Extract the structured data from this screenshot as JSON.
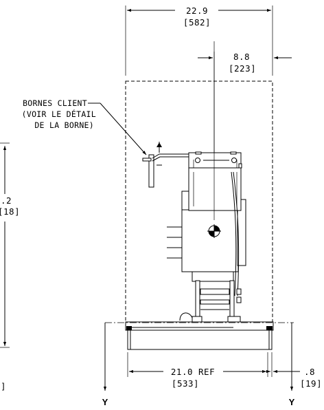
{
  "dimensions": {
    "overall_width": {
      "value": "22.9",
      "metric": "[582]"
    },
    "offset_right": {
      "value": "8.8",
      "metric": "[223]"
    },
    "height_partial": {
      "value": ".2",
      "metric": "[18]"
    },
    "base_width": {
      "value": "21.0 REF",
      "metric": "[533]"
    },
    "side_offset": {
      "value": ".8",
      "metric": "[19]"
    },
    "left_partial_metric": "]"
  },
  "callout": {
    "line1": "BORNES CLIENT",
    "line2": "(VOIR LE DÉTAIL",
    "line3": "DE LA BORNE)"
  },
  "section_markers": {
    "left": "Y",
    "right": "Y"
  }
}
